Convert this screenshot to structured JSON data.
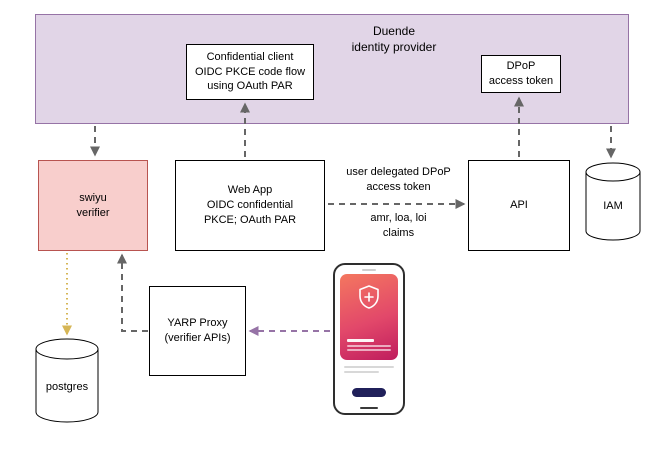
{
  "nodes": {
    "idp": "Duende\nidentity provider",
    "confidential_client": "Confidential client\nOIDC PKCE code flow\nusing OAuth PAR",
    "dpop_token": "DPoP\naccess token",
    "swiyu_verifier": "swiyu\nverifier",
    "web_app": "Web App\nOIDC confidential\nPKCE; OAuth PAR",
    "api": "API",
    "iam": "IAM",
    "postgres": "postgres",
    "yarp_proxy": "YARP Proxy\n(verifier APIs)"
  },
  "edge_labels": {
    "webapp_api_top": "user delegated DPoP\naccess token",
    "webapp_api_bottom": "amr, loa, loi\nclaims"
  },
  "icons": {
    "phone_card_icon": "shield-cross-icon"
  },
  "colors": {
    "idp_fill": "#e1d5e7",
    "idp_border": "#9673a6",
    "verifier_fill": "#f8cecc",
    "verifier_border": "#b85450",
    "node_border": "#000000",
    "arrow_gray": "#666666",
    "arrow_yellow": "#d6b656",
    "arrow_purple": "#9673a6",
    "card_gradient_top": "#f4775f",
    "card_gradient_bottom": "#bf1d5e"
  }
}
